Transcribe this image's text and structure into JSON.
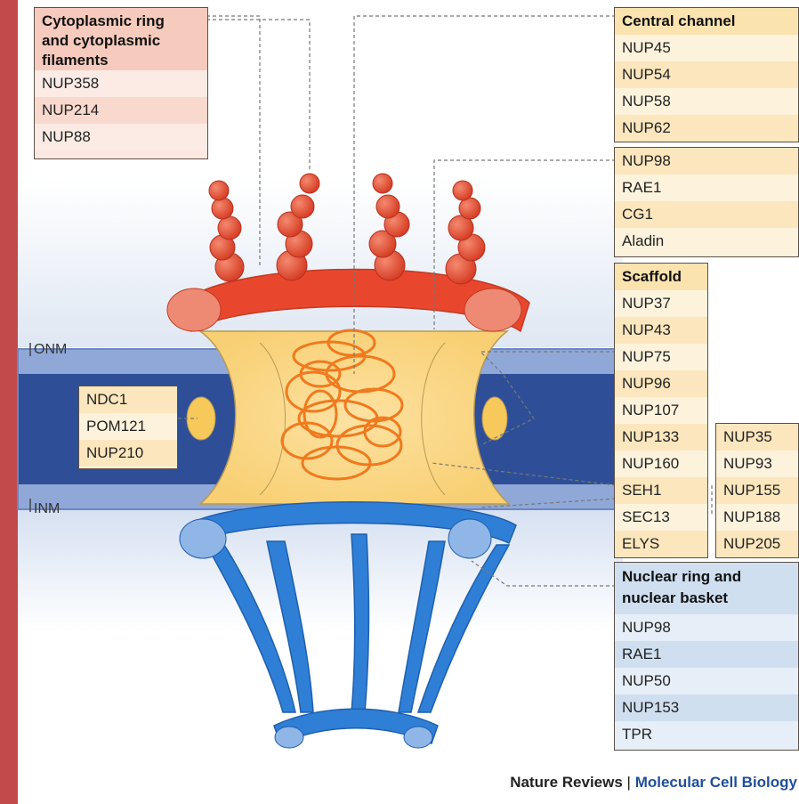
{
  "colors": {
    "border": "#c24a4a",
    "cytoplasmic": "#e8472e",
    "scaffold": "#fbd98a",
    "basket": "#2f7fd6",
    "membrane": "#2e4f97",
    "fg_mesh": "#f07a1e",
    "cyto_box_bg": "#f9ddd3",
    "central_box_bg": "#fdf1d6",
    "nuclear_box_bg": "#dde8f4"
  },
  "labels": {
    "onm": "ONM",
    "inm": "INM"
  },
  "cytoplasmic_box": {
    "title_line1": "Cytoplasmic ring",
    "title_line2": "and cytoplasmic",
    "title_line3": "filaments",
    "items": [
      "NUP358",
      "NUP214",
      "NUP88"
    ]
  },
  "central_box": {
    "title": "Central channel",
    "items": [
      "NUP45",
      "NUP54",
      "NUP58",
      "NUP62"
    ]
  },
  "fg_box": {
    "items": [
      "NUP98",
      "RAE1",
      "CG1",
      "Aladin"
    ]
  },
  "scaffold_box": {
    "title": "Scaffold",
    "items": [
      "NUP37",
      "NUP43",
      "NUP75",
      "NUP96",
      "NUP107",
      "NUP133",
      "NUP160",
      "SEH1",
      "SEC13",
      "ELYS"
    ],
    "side_items": [
      "NUP35",
      "NUP93",
      "NUP155",
      "NUP188",
      "NUP205"
    ]
  },
  "membrane_box": {
    "items": [
      "NDC1",
      "POM121",
      "NUP210"
    ]
  },
  "nuclear_box": {
    "title_line1": "Nuclear ring and",
    "title_line2": "nuclear basket",
    "items": [
      "NUP98",
      "RAE1",
      "NUP50",
      "NUP153",
      "TPR"
    ]
  },
  "credit": {
    "journal": "Nature Reviews",
    "separator": " | ",
    "section": "Molecular Cell Biology"
  }
}
